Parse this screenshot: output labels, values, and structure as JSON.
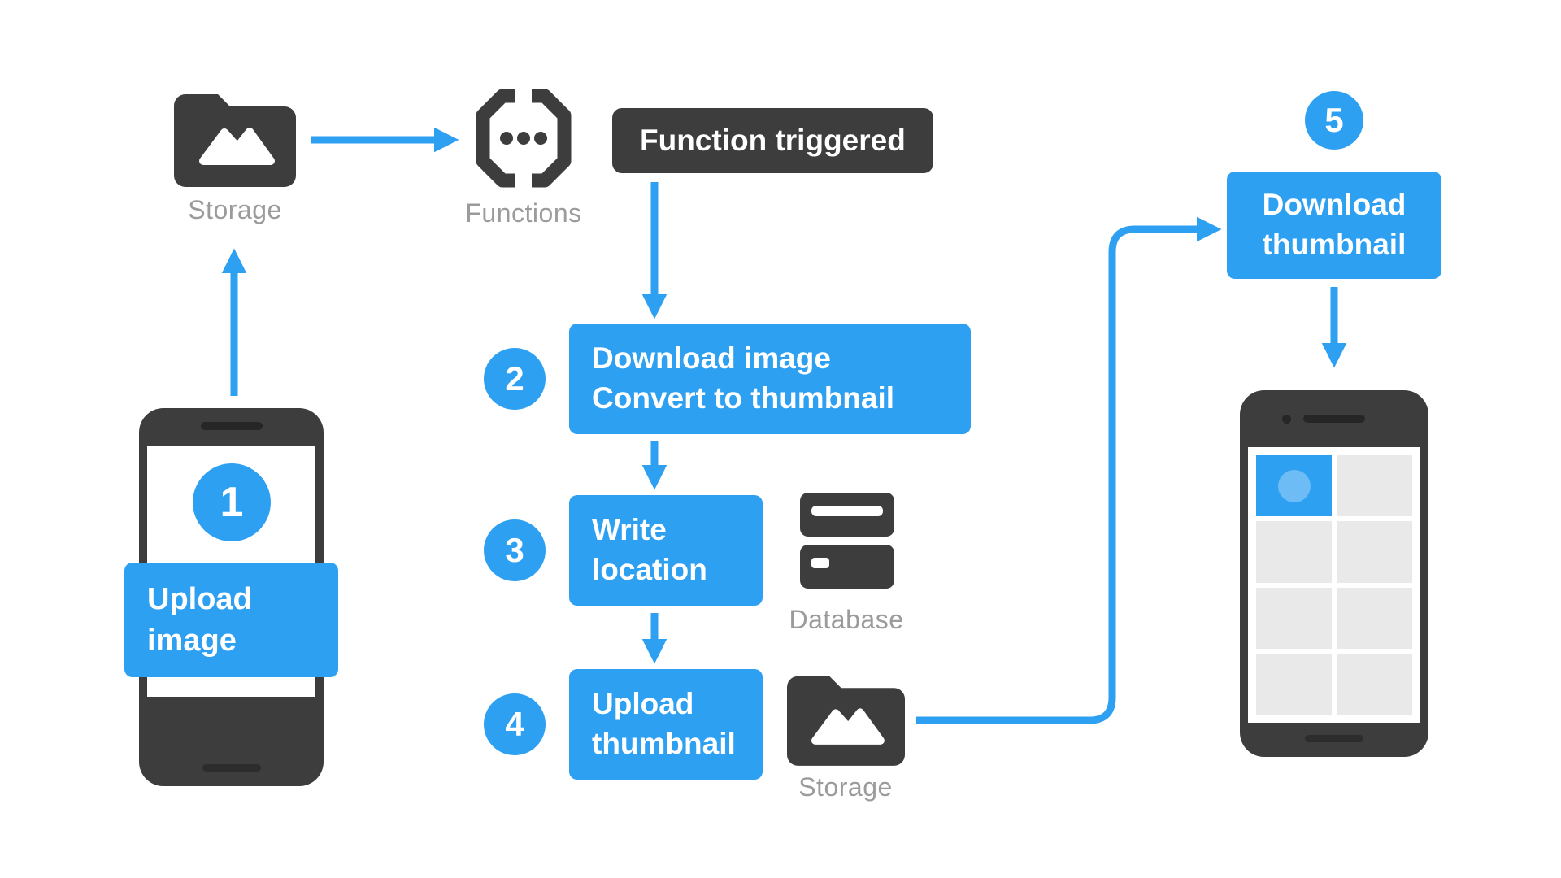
{
  "colors": {
    "accent_blue": "#2da0f2",
    "dark": "#3d3d3d",
    "label_gray": "#9b9b9b",
    "thumbnail_gray": "#e9e9e9",
    "highlight_circle": "#6dbcf6"
  },
  "badges": {
    "step1": "1",
    "step2": "2",
    "step3": "3",
    "step4": "4",
    "step5": "5"
  },
  "labels": {
    "storage_top": "Storage",
    "functions": "Functions",
    "function_triggered": "Function triggered",
    "database": "Database",
    "storage_bottom": "Storage"
  },
  "boxes": {
    "upload_image": {
      "line1": "Upload",
      "line2": "image"
    },
    "download_convert": {
      "line1": "Download image",
      "line2": "Convert to thumbnail"
    },
    "write_location": {
      "line1": "Write",
      "line2": "location"
    },
    "upload_thumbnail": {
      "line1": "Upload",
      "line2": "thumbnail"
    },
    "download_thumbnail": {
      "line1": "Download",
      "line2": "thumbnail"
    }
  },
  "icons": {
    "storage_top": "folder-image-icon",
    "functions": "code-functions-icon",
    "database": "database-icon",
    "storage_bottom": "folder-image-icon",
    "phone_left": "phone-upload-device",
    "phone_right": "phone-download-device"
  }
}
